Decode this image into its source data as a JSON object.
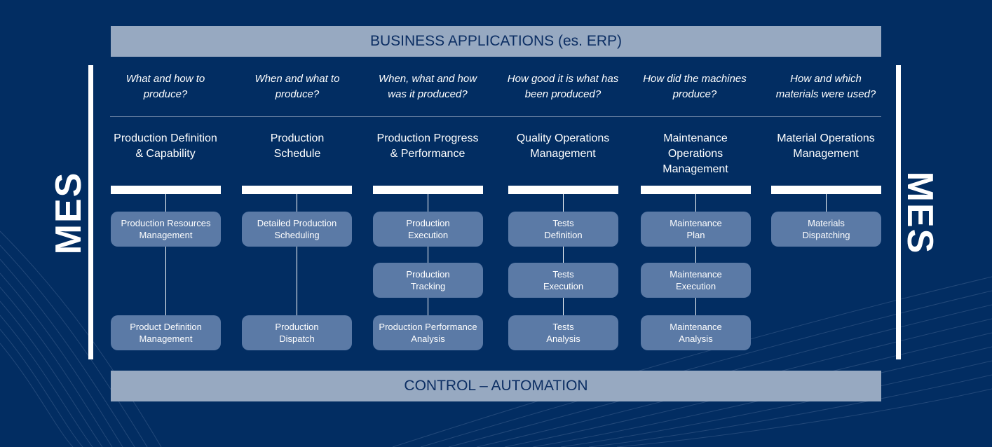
{
  "top_band": "BUSINESS APPLICATIONS (es. ERP)",
  "bottom_band": "CONTROL – AUTOMATION",
  "side_label_left": "MES",
  "side_label_right": "MES",
  "columns": [
    {
      "question_l1": "What and how to",
      "question_l2": "produce?",
      "title_l1": "Production Definition",
      "title_l2": "& Capability",
      "title_l3": "",
      "boxes": [
        {
          "l1": "Production Resources",
          "l2": "Management"
        },
        {
          "l1": "Product Definition",
          "l2": "Management"
        }
      ]
    },
    {
      "question_l1": "When and what to",
      "question_l2": "produce?",
      "title_l1": "Production",
      "title_l2": "Schedule",
      "title_l3": "",
      "boxes": [
        {
          "l1": "Detailed Production",
          "l2": "Scheduling"
        },
        {
          "l1": "Production",
          "l2": "Dispatch"
        }
      ]
    },
    {
      "question_l1": "When, what and how",
      "question_l2": "was it produced?",
      "title_l1": "Production Progress",
      "title_l2": "& Performance",
      "title_l3": "",
      "boxes": [
        {
          "l1": "Production",
          "l2": "Execution"
        },
        {
          "l1": "Production",
          "l2": "Tracking"
        },
        {
          "l1": "Production Performance",
          "l2": "Analysis"
        }
      ]
    },
    {
      "question_l1": "How good it is what has",
      "question_l2": "been produced?",
      "title_l1": "Quality Operations",
      "title_l2": "Management",
      "title_l3": "",
      "boxes": [
        {
          "l1": "Tests",
          "l2": "Definition"
        },
        {
          "l1": "Tests",
          "l2": "Execution"
        },
        {
          "l1": "Tests",
          "l2": "Analysis"
        }
      ]
    },
    {
      "question_l1": "How did the machines",
      "question_l2": "produce?",
      "title_l1": "Maintenance",
      "title_l2": "Operations",
      "title_l3": "Management",
      "boxes": [
        {
          "l1": "Maintenance",
          "l2": "Plan"
        },
        {
          "l1": "Maintenance",
          "l2": "Execution"
        },
        {
          "l1": "Maintenance",
          "l2": "Analysis"
        }
      ]
    },
    {
      "question_l1": "How and which",
      "question_l2": "materials were used?",
      "title_l1": "Material Operations",
      "title_l2": "Management",
      "title_l3": "",
      "boxes": [
        {
          "l1": "Materials",
          "l2": "Dispatching"
        }
      ]
    }
  ],
  "colors": {
    "background": "#022d62",
    "band": "#97a9c1",
    "band_text": "#0c2e63",
    "box": "#5b7aa6",
    "line": "#ffffff"
  }
}
